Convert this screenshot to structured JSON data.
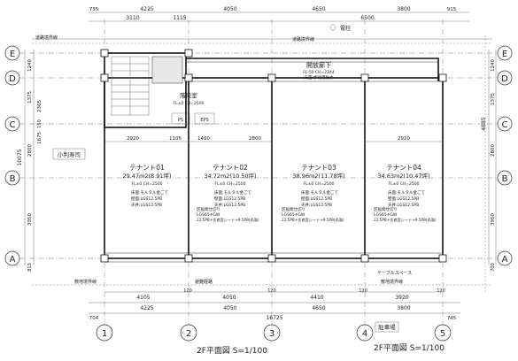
{
  "title": "2F平面図 S=1/100",
  "title_small": "2F平面図 S=1/100",
  "grid_cols": [
    "1",
    "2",
    "3",
    "4",
    "5"
  ],
  "grid_rows": [
    "E",
    "D",
    "C",
    "B",
    "A"
  ],
  "dims": {
    "top_row1": [
      "4225",
      "4050",
      "4650",
      "3800"
    ],
    "top_row2": [
      "3110",
      "1115",
      "6500"
    ],
    "top_misc": [
      "735",
      "915"
    ],
    "bottom_row1": [
      "4105",
      "120",
      "4050",
      "120",
      "4410",
      "120",
      "3920",
      "120"
    ],
    "bottom_row2": [
      "4225",
      "4050",
      "4650",
      "3800"
    ],
    "bottom_total": "16725",
    "bottom_misc": [
      "704",
      "745"
    ],
    "left_outer": "10075",
    "left_inner": [
      "1240",
      "1375",
      "2365",
      "150",
      "1675",
      "2800",
      "3950",
      "813"
    ],
    "right_outer": "4885",
    "right_inner": [
      "1240",
      "1375",
      "2800",
      "3950",
      "700"
    ],
    "inner_h": [
      "2920",
      "1105",
      "1490",
      "2800"
    ],
    "inner_h2": [
      "2920"
    ]
  },
  "rooms": [
    {
      "name": "テナント01",
      "area": "29.47m2(8.91坪)",
      "lines": [
        "FL±0 CH=2500",
        "床面:モルタル金ごて",
        "壁面:LGS12.5PB",
        "天井:LGS12.5PB"
      ]
    },
    {
      "name": "テナント02",
      "area": "34.72m2(10.50坪)",
      "lines": [
        "FL±0 CH=2500",
        "床面:モルタル金ごて",
        "壁面:LGS12.5PB",
        "天井:LGS12.5PB"
      ]
    },
    {
      "name": "テナント03",
      "area": "38.96m2(11.78坪)",
      "lines": [
        "FL±0 CH=2500",
        "床面:モルタル金ごて",
        "壁面:LGS12.5PB",
        "天井:LGS12.5PB"
      ]
    },
    {
      "name": "テナント04",
      "area": "34.63m2(10.47坪)",
      "lines": [
        "FL±0 CH=2500",
        "床面:モルタル金ごて",
        "壁面:LGS12.5PB",
        "天井:LGS12.5PB"
      ]
    }
  ],
  "partition_notes": [
    [
      "区画間仕切り",
      "LGS65+GW",
      "12.5PB+次遮音シート+9.5PB(両面)"
    ],
    [
      "区画間仕切り",
      "LGS65+GW",
      "12.5PB+次遮音シート+9.5PB(両面)"
    ],
    [
      "区画間仕切り",
      "LGS65+GW",
      "12.5PB+次遮音シート+9.5PB(両面)"
    ]
  ],
  "corridor": {
    "name": "開放廊下",
    "lines": [
      "FL-50 CH=2344",
      "床面:歩行用防水"
    ]
  },
  "stair_hall": {
    "name": "階段室",
    "line": "FL±0 CH=2500"
  },
  "eps": "EPS",
  "ps": "PS",
  "street_label": "小判寿司",
  "parking": "駐車場",
  "legend_top": "電柱",
  "top_notes": [
    "道路境界線",
    "道路境界線"
  ],
  "bottom_notes": [
    "テーブルスペース",
    "敷地境界線",
    "敷地境界線",
    "避難経路"
  ],
  "colors": {
    "line": "#333333",
    "wall": "#111111",
    "paper": "#ffffff"
  }
}
